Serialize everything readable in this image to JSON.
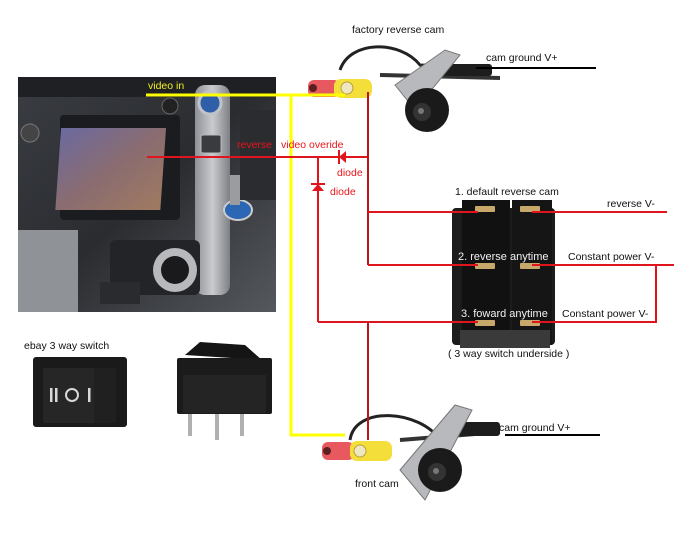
{
  "diagram": {
    "title": "Dashboard reverse / front camera 3-way switch wiring",
    "colors": {
      "video_wire": "#ffff00",
      "power_wire": "#e0141c",
      "ground_wire": "#000000",
      "label_red": "#e8141b",
      "label_yellow": "#f2ef20"
    },
    "labels": {
      "factory_cam": "factory reverse cam",
      "cam_ground_top": "cam ground V+",
      "video_in": "video in",
      "reverse_word": "reverse",
      "video_override": "video overide",
      "diode_1": "diode",
      "diode_2": "diode",
      "switch_pos_1": "1. default reverse cam",
      "reverse_v": "reverse V-",
      "switch_pos_2": "2. reverse anytime",
      "constant_power_1": "Constant power V-",
      "switch_pos_3": "3. foward anytime",
      "constant_power_2": "Constant power V-",
      "switch_underside": "( 3 way switch underside )",
      "ebay_switch": "ebay 3 way switch",
      "cam_ground_bottom": "cam ground V+",
      "front_cam": "front cam"
    },
    "components": [
      {
        "name": "dashboard-photo",
        "description": "car center console with screen"
      },
      {
        "name": "factory-reverse-camera",
        "description": "factory reverse cam with RCA plugs"
      },
      {
        "name": "front-camera",
        "description": "front cam with RCA plugs"
      },
      {
        "name": "switch-underside",
        "description": "3 way switch underside with 6 pins"
      },
      {
        "name": "ebay-switch-front",
        "description": "rocker switch face showing II O I"
      },
      {
        "name": "ebay-switch-side",
        "description": "rocker switch side with pins"
      }
    ],
    "switch_face_symbols": "II O I"
  }
}
